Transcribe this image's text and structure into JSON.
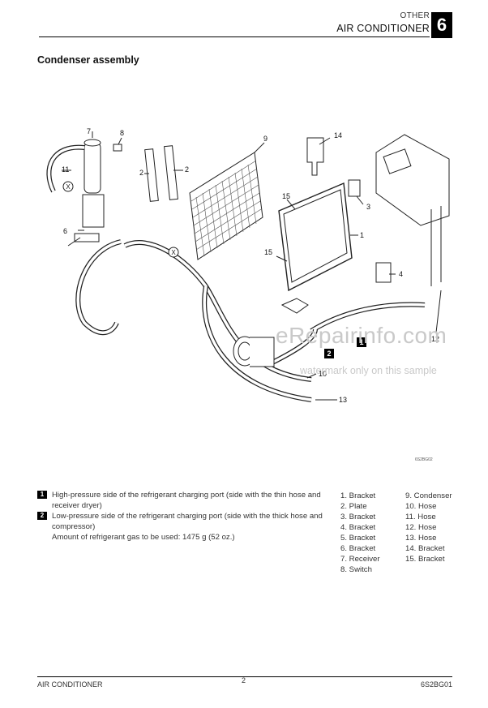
{
  "header": {
    "section": "OTHER",
    "title": "AIR CONDITIONER",
    "chapter": "6"
  },
  "section_title": "Condenser assembly",
  "diagram": {
    "callouts": [
      "7",
      "8",
      "9",
      "14",
      "11",
      "2",
      "2",
      "15",
      "3",
      "1",
      "6",
      "15",
      "4",
      "12",
      "10",
      "13"
    ],
    "markers": [
      "X",
      "X",
      "1",
      "2"
    ],
    "code": "6S2BG02"
  },
  "watermark": {
    "line1": "eRepairinfo.com",
    "line2": "watermark only on this sample"
  },
  "notes": [
    {
      "marker": "1",
      "text": "High-pressure side of the refrigerant charging port (side with the thin hose and receiver dryer)"
    },
    {
      "marker": "2",
      "text": "Low-pressure side of the refrigerant charging port (side with the thick hose and compressor)"
    }
  ],
  "notes_extra": "Amount of refrigerant gas to be used: 1475 g (52 oz.)",
  "parts_col1": [
    "1. Bracket",
    "2. Plate",
    "3. Bracket",
    "4. Bracket",
    "5. Bracket",
    "6. Bracket",
    "7. Receiver",
    "8. Switch"
  ],
  "parts_col2": [
    "9. Condenser",
    "10. Hose",
    "11. Hose",
    "12. Hose",
    "13. Hose",
    "14. Bracket",
    "15. Bracket"
  ],
  "footer": {
    "left": "AIR CONDITIONER",
    "page": "2",
    "right": "6S2BG01"
  }
}
